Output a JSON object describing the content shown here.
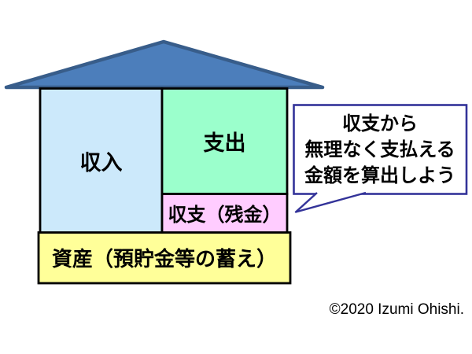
{
  "house": {
    "income_label": "収入",
    "expense_label": "支出",
    "balance_label": "収支（残金）",
    "asset_label": "資産（預貯金等の蓄え）"
  },
  "bubble": {
    "lines": [
      "収支から",
      "無理なく支払える",
      "金額を算出しよう"
    ]
  },
  "footer": {
    "copyright": "©2020  Izumi Ohishi."
  },
  "colors": {
    "roof_fill": "#4C7EBB",
    "roof_stroke": "#385D8A",
    "income_fill": "#CCE9FB",
    "expense_fill": "#9BFFCC",
    "balance_fill": "#FFCCFF",
    "asset_fill": "#FFFF99",
    "box_outline": "#000000",
    "bubble_fill": "#FFFFFF",
    "bubble_border": "#333399"
  }
}
